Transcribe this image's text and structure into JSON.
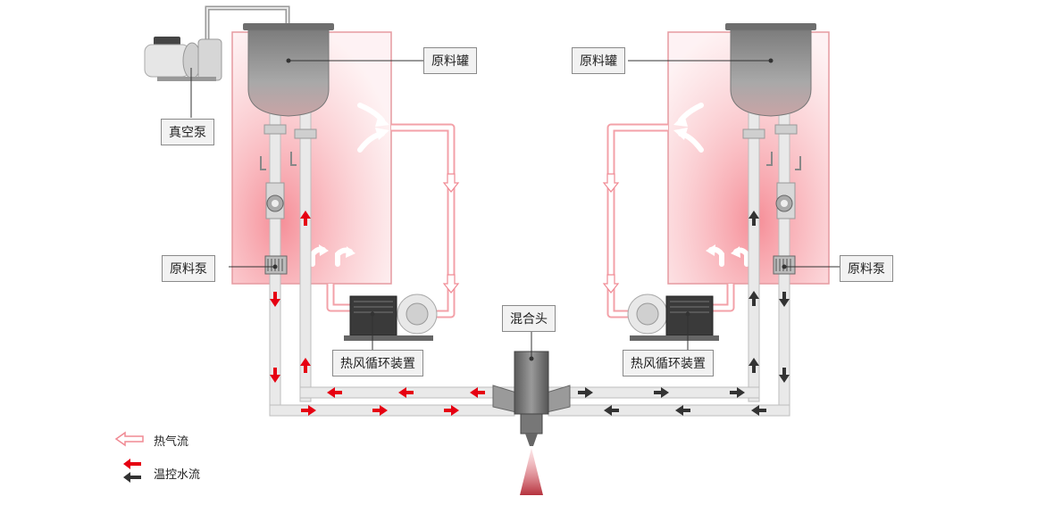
{
  "labels": {
    "tank_left": "原料罐",
    "tank_right": "原料罐",
    "vacuum_pump": "真空泵",
    "material_pump_left": "原料泵",
    "material_pump_right": "原料泵",
    "hot_air_left": "热风循环装置",
    "hot_air_right": "热风循环装置",
    "mixing_head": "混合头"
  },
  "legend": {
    "hot_air_flow": "热气流",
    "temp_water_flow": "温控水流"
  },
  "colors": {
    "hot_air": "#f6a3a8",
    "flow_red": "#e60012",
    "flow_dark": "#333333",
    "pipe": "#e4e4e4",
    "pipe_edge": "#bdbdbd",
    "tank": "#9b9b9b",
    "box": "#fff0f0"
  }
}
